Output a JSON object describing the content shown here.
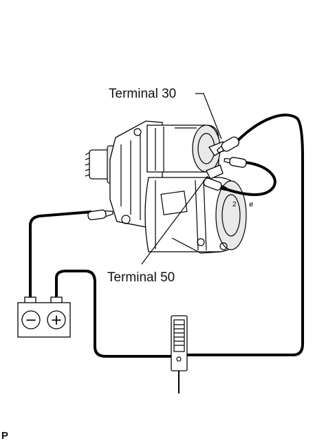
{
  "labels": {
    "terminal_30": "Terminal 30",
    "terminal_50": "Terminal 50",
    "reference": "P"
  },
  "battery": {
    "negative_symbol": "−",
    "positive_symbol": "+"
  },
  "icons": {
    "starter": "starter-motor-icon",
    "battery": "battery-icon",
    "meter": "ammeter-icon",
    "clip": "alligator-clip-icon"
  },
  "colors": {
    "line": "#000000",
    "background": "#ffffff"
  }
}
